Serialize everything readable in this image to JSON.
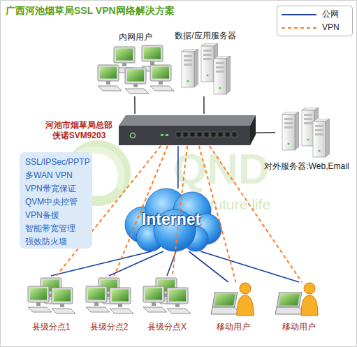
{
  "diagram": {
    "title": "广西河池烟草局SSL VPN网络解决方案",
    "nodes": [
      {
        "text": [
          "内网用户"
        ]
      },
      {
        "text": [
          "数据/应用服务器"
        ]
      },
      {
        "text": [
          "河池市烟草局总部 侠诺SVM9203"
        ]
      },
      {
        "text": [
          "对外服务器:Web,Email"
        ]
      },
      {
        "text": [
          "SSL/IPSec/PPTP",
          "多WAN VPN",
          "VPN带宽保证",
          "QVM中央控管",
          "VPN备援",
          "智能带宽管理",
          "强效防火墙"
        ]
      },
      {
        "text": [
          "Internet"
        ]
      },
      {
        "text": [
          "县级分点1"
        ]
      },
      {
        "text": [
          "县级分点2"
        ]
      },
      {
        "text": [
          "县级分点X"
        ]
      },
      {
        "text": [
          "移动用户"
        ]
      },
      {
        "text": [
          "移动用户"
        ]
      }
    ],
    "edges": [
      {
        "from": 0,
        "to": 2,
        "arrow": "none"
      },
      {
        "from": 1,
        "to": 2,
        "arrow": "none"
      },
      {
        "from": 2,
        "to": 3,
        "arrow": "none"
      },
      {
        "from": 2,
        "to": 5,
        "arrow": "none"
      },
      {
        "from": 5,
        "to": 6,
        "arrow": "none"
      },
      {
        "from": 5,
        "to": 7,
        "arrow": "none"
      },
      {
        "from": 5,
        "to": 8,
        "arrow": "none"
      },
      {
        "from": 5,
        "to": 9,
        "arrow": "none"
      },
      {
        "from": 5,
        "to": 10,
        "arrow": "none"
      },
      {
        "from": 2,
        "to": 6,
        "arrow": "none"
      },
      {
        "from": 2,
        "to": 7,
        "arrow": "none"
      },
      {
        "from": 2,
        "to": 8,
        "arrow": "none"
      },
      {
        "from": 2,
        "to": 9,
        "arrow": "none"
      },
      {
        "from": 2,
        "to": 10,
        "arrow": "none"
      }
    ],
    "labels": [
      "QND",
      "your future life"
    ],
    "legend": [
      {
        "text": "公网"
      },
      {
        "text": "VPN"
      }
    ]
  }
}
